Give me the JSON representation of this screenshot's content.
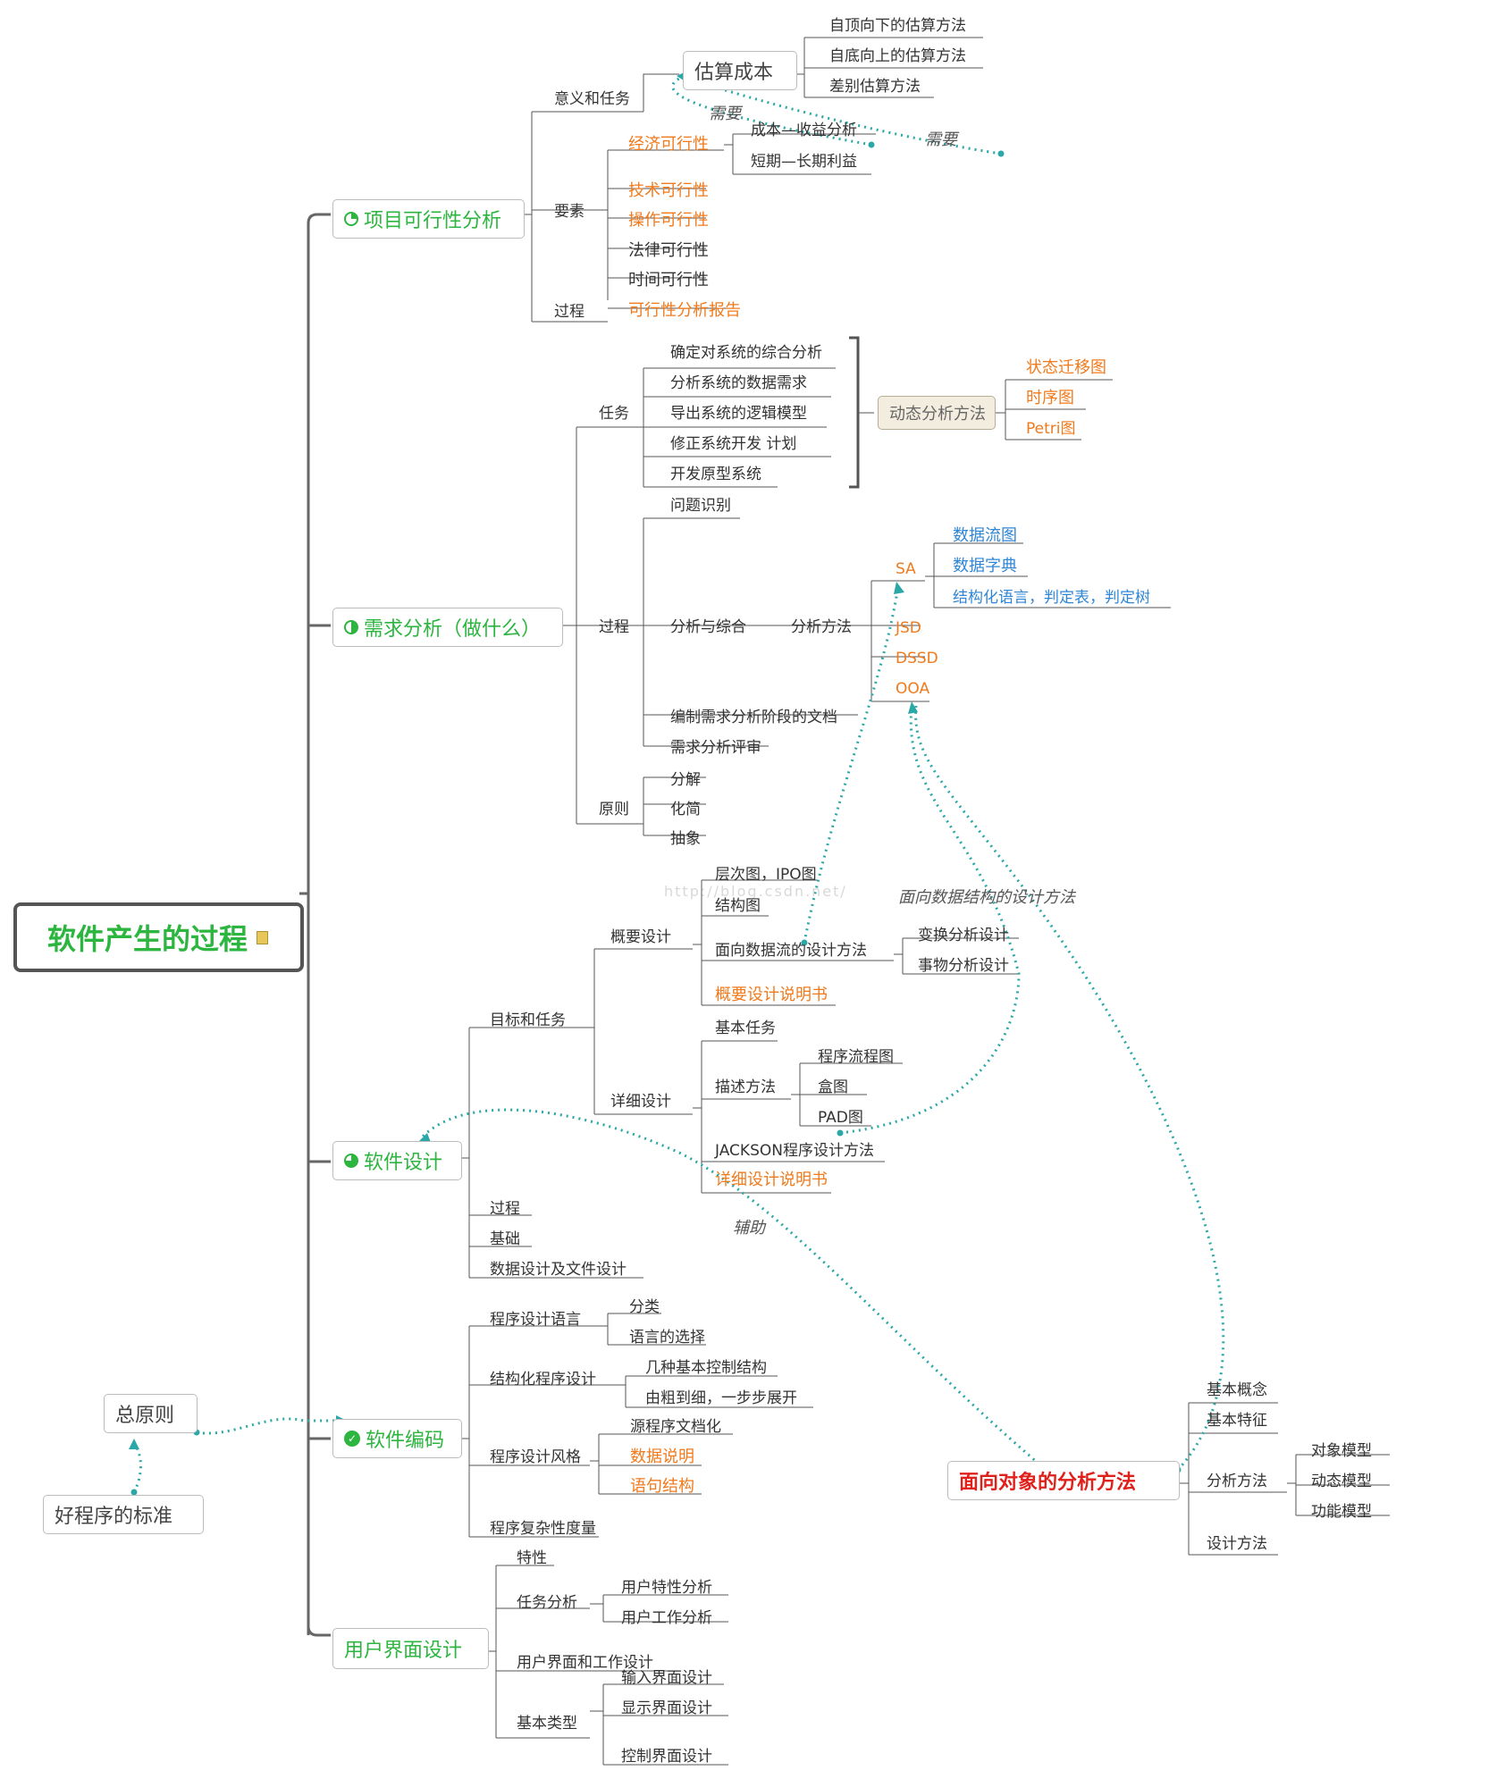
{
  "root": "软件产生的过程",
  "feasibility": {
    "title": "项目可行性分析",
    "meaning": "意义和任务",
    "estimate": "估算成本",
    "estimate_methods": [
      "自顶向下的估算方法",
      "自底向上的估算方法",
      "差别估算方法"
    ],
    "elements": "要素",
    "econ": "经济可行性",
    "cost_benefit": "成本—收益分析",
    "short_long": "短期—长期利益",
    "others": [
      "技术可行性",
      "操作可行性",
      "法律可行性",
      "时间可行性"
    ],
    "process": "过程",
    "report": "可行性分析报告",
    "need1": "需要",
    "need2": "需要"
  },
  "requirements": {
    "title": "需求分析（做什么）",
    "task": "任务",
    "task_items": [
      "确定对系统的综合分析",
      "分析系统的数据需求",
      "导出系统的逻辑模型",
      "修正系统开发 计划",
      "开发原型系统"
    ],
    "dynamic": "动态分析方法",
    "dynamic_items": [
      "状态迁移图",
      "时序图",
      "Petri图"
    ],
    "process": "过程",
    "problem": "问题识别",
    "analysis_synth": "分析与综合",
    "analysis_method": "分析方法",
    "sa": "SA",
    "sa_items": [
      "数据流图",
      "数据字典",
      "结构化语言，判定表，判定树"
    ],
    "jsd": "JSD",
    "dssd": "DSSD",
    "ooa": "OOA",
    "docs": "编制需求分析阶段的文档",
    "review": "需求分析评审",
    "principle": "原则",
    "principle_items": [
      "分解",
      "化简",
      "抽象"
    ]
  },
  "design": {
    "title": "软件设计",
    "goal": "目标和任务",
    "outline": "概要设计",
    "layer": "层次图，IPO图",
    "structure": "结构图",
    "dfd_method": "面向数据流的设计方法",
    "transform": "变换分析设计",
    "transaction": "事物分析设计",
    "outline_doc": "概要设计说明书",
    "detail": "详细设计",
    "basic_task": "基本任务",
    "describe": "描述方法",
    "describe_items": [
      "程序流程图",
      "盒图",
      "PAD图"
    ],
    "jackson": "JACKSON程序设计方法",
    "detail_doc": "详细设计说明书",
    "process": "过程",
    "basis": "基础",
    "data_file": "数据设计及文件设计",
    "ds_note": "面向数据结构的设计方法",
    "assist": "辅助"
  },
  "coding": {
    "title": "软件编码",
    "lang": "程序设计语言",
    "lang_items": [
      "分类",
      "语言的选择"
    ],
    "structured": "结构化程序设计",
    "structured_items": [
      "几种基本控制结构",
      "由粗到细，一步步展开"
    ],
    "style": "程序设计风格",
    "style_items": [
      "源程序文档化",
      "数据说明",
      "语句结构"
    ],
    "complexity": "程序复杂性度量"
  },
  "ui": {
    "title": "用户界面设计",
    "feature": "特性",
    "task": "任务分析",
    "task_items": [
      "用户特性分析",
      "用户工作分析"
    ],
    "ui_work": "用户界面和工作设计",
    "basic": "基本类型",
    "basic_items": [
      "输入界面设计",
      "显示界面设计",
      "控制界面设计"
    ]
  },
  "general": "总原则",
  "good": "好程序的标准",
  "oo": {
    "title": "面向对象的分析方法",
    "items": [
      "基本概念",
      "基本特征"
    ],
    "analysis": "分析方法",
    "analysis_items": [
      "对象模型",
      "动态模型",
      "功能模型"
    ],
    "design": "设计方法"
  },
  "watermark": "http://blog.csdn.net/",
  "colors": {
    "green": "#2cb53f",
    "orange": "#f07a1c",
    "blue": "#2f86d6",
    "red": "#e0201a",
    "teal": "#2aa7a7"
  }
}
